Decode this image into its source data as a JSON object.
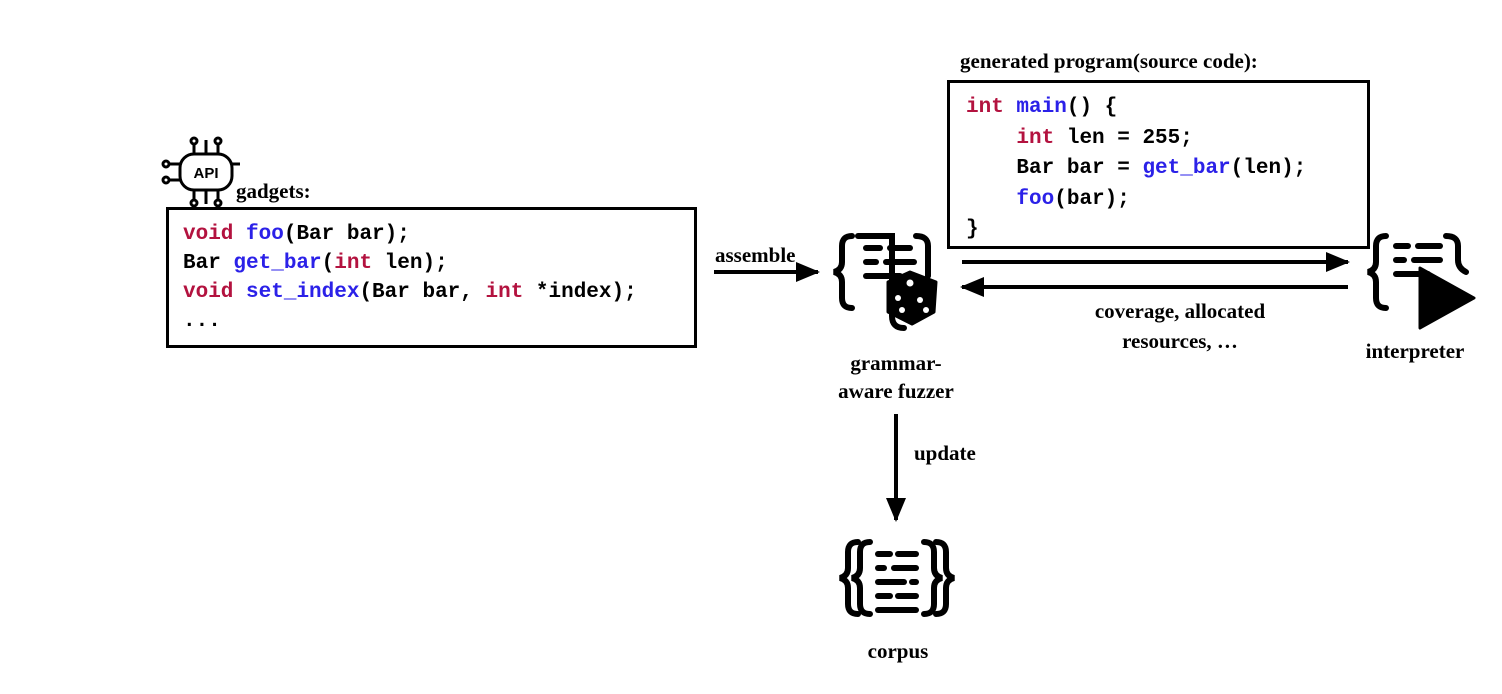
{
  "gadgets": {
    "title": "gadgets:",
    "icon": "api-chip-icon",
    "lines": [
      [
        {
          "t": "void",
          "c": "kw"
        },
        {
          "t": " "
        },
        {
          "t": "foo",
          "c": "fn"
        },
        {
          "t": "(Bar bar);"
        }
      ],
      [
        {
          "t": "Bar "
        },
        {
          "t": "get_bar",
          "c": "fn"
        },
        {
          "t": "("
        },
        {
          "t": "int",
          "c": "kw"
        },
        {
          "t": " len);"
        }
      ],
      [
        {
          "t": "void",
          "c": "kw"
        },
        {
          "t": " "
        },
        {
          "t": "set_index",
          "c": "fn"
        },
        {
          "t": "(Bar bar, "
        },
        {
          "t": "int",
          "c": "kw"
        },
        {
          "t": " *index);"
        }
      ],
      [
        {
          "t": "..."
        }
      ]
    ]
  },
  "program": {
    "title": "generated program(source code):",
    "lines": [
      [
        {
          "t": "int",
          "c": "kw"
        },
        {
          "t": " "
        },
        {
          "t": "main",
          "c": "fn"
        },
        {
          "t": "() {"
        }
      ],
      [
        {
          "t": "    "
        },
        {
          "t": "int",
          "c": "kw"
        },
        {
          "t": " len = 255;"
        }
      ],
      [
        {
          "t": "    Bar bar = "
        },
        {
          "t": "get_bar",
          "c": "fn"
        },
        {
          "t": "(len);"
        }
      ],
      [
        {
          "t": "    "
        },
        {
          "t": "foo",
          "c": "fn"
        },
        {
          "t": "(bar);"
        }
      ],
      [
        {
          "t": "}"
        }
      ]
    ]
  },
  "edges": {
    "assemble": "assemble",
    "feedback_line1": "coverage, allocated",
    "feedback_line2": "resources, …",
    "update": "update"
  },
  "nodes": {
    "fuzzer_line1": "grammar-",
    "fuzzer_line2": "aware fuzzer",
    "fuzzer_icon": "code-dice-icon",
    "interpreter": "interpreter",
    "interpreter_icon": "code-play-icon",
    "corpus": "corpus",
    "corpus_icon": "code-braces-icon"
  },
  "colors": {
    "keyword": "#b3123f",
    "function": "#2b21e8"
  }
}
